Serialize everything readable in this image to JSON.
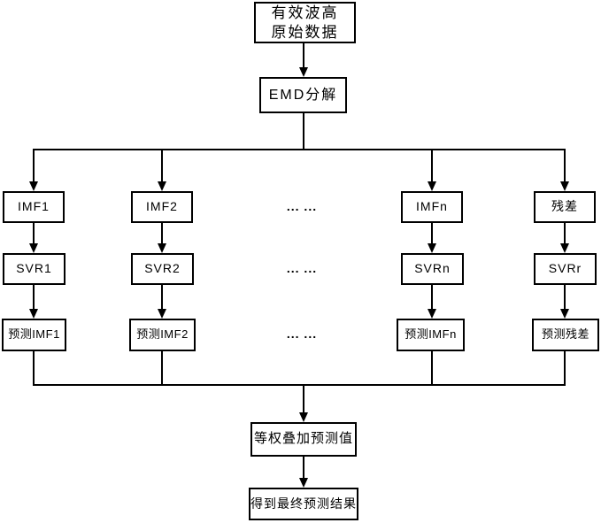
{
  "diagram": {
    "source": {
      "line1": "有效波高",
      "line2": "原始数据"
    },
    "emd_label": "EMD分解",
    "columns": [
      {
        "imf": "IMF1",
        "svr": "SVR1",
        "pred": "预测IMF1"
      },
      {
        "imf": "IMF2",
        "svr": "SVR2",
        "pred": "预测IMF2"
      },
      {
        "imf": "IMFn",
        "svr": "SVRn",
        "pred": "预测IMFn"
      },
      {
        "imf": "残差",
        "svr": "SVRr",
        "pred": "预测残差"
      }
    ],
    "ellipsis": "... ...",
    "merge_label": "等权叠加预测值",
    "final_label": "得到最终预测结果",
    "line_color": "#000000",
    "box_background": "#ffffff"
  }
}
